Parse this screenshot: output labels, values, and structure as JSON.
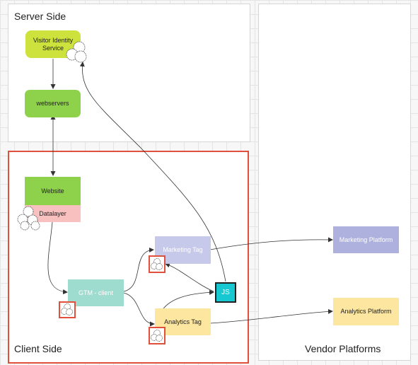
{
  "panels": {
    "server": {
      "title": "Server Side"
    },
    "client": {
      "title": "Client Side",
      "border_color": "#e0503c"
    },
    "vendor": {
      "title": "Vendor Platforms"
    }
  },
  "nodes": {
    "visitor_identity": {
      "label_line1": "Visitor Identity",
      "label_line2": "Service",
      "color": "#cde23c"
    },
    "webservers": {
      "label": "webservers",
      "color": "#8ed24b"
    },
    "website": {
      "label": "Website",
      "color": "#8ed24b"
    },
    "datalayer": {
      "label": "Datalayer",
      "color": "#f9c0c0"
    },
    "gtm_client": {
      "label": "GTM - client",
      "color": "#9edccf"
    },
    "marketing_tag": {
      "label": "Marketing Tag",
      "color": "#c7c9ea"
    },
    "analytics_tag": {
      "label": "Analytics Tag",
      "color": "#fde7a0"
    },
    "js": {
      "label": "JS",
      "color": "#17c8d0"
    },
    "marketing_platform": {
      "label": "Marketing Platform",
      "color": "#aeb1de"
    },
    "analytics_platform": {
      "label": "Analytics Platform",
      "color": "#fde7a0"
    }
  },
  "icons": [
    "cookie-icon"
  ],
  "colors": {
    "highlight_border": "#e0503c",
    "edge": "#333333"
  }
}
